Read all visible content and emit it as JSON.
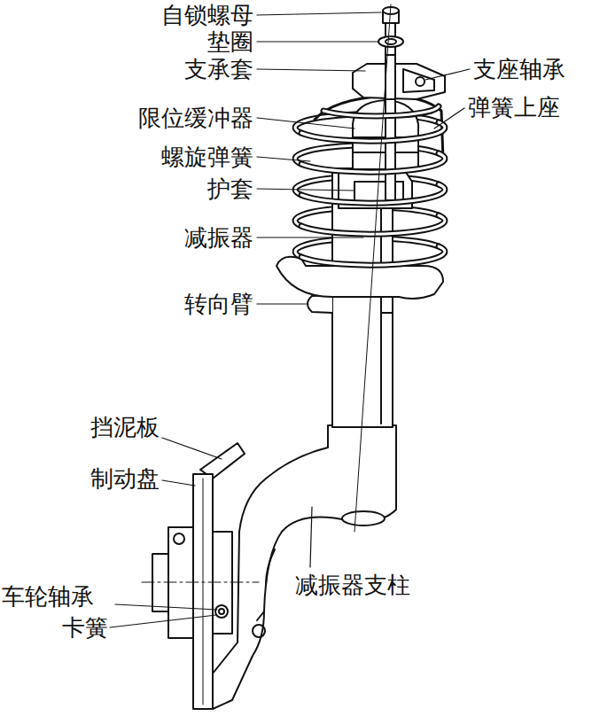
{
  "diagram": {
    "labels": [
      "自锁螺母",
      "垫圈",
      "支承套",
      "支座轴承",
      "限位缓冲器",
      "弹簧上座",
      "螺旋弹簧",
      "护套",
      "减振器",
      "转向臂",
      "挡泥板",
      "制动盘",
      "车轮轴承",
      "卡簧",
      "减振器支柱"
    ]
  }
}
